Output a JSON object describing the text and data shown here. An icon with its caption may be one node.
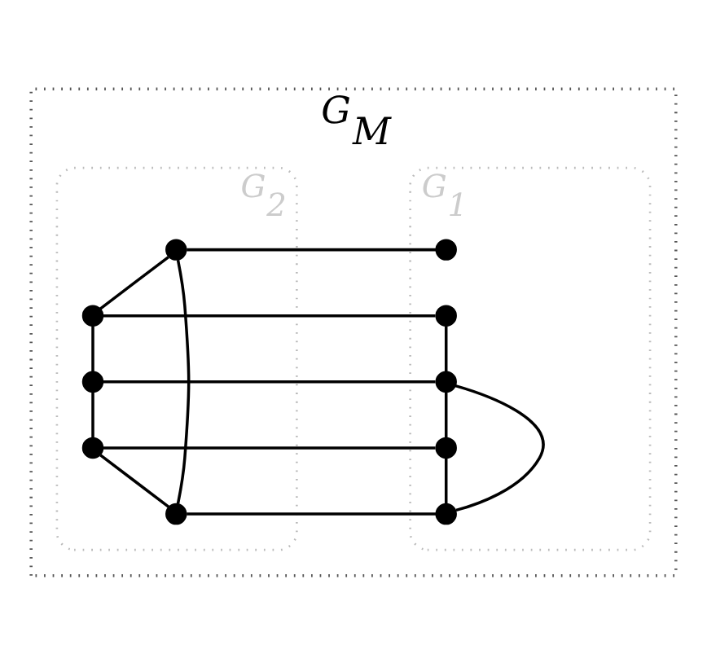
{
  "diagram": {
    "nodes": [
      {
        "text": [
          "G$_{M}$"
        ]
      },
      {
        "text": [
          "G$_{1}$"
        ],
        "in": 0
      },
      {
        "text": [
          "G$_{2}$"
        ],
        "in": 0
      },
      {
        "text": [],
        "shape": "circle",
        "in": 1
      },
      {
        "text": [],
        "shape": "circle",
        "in": 1
      },
      {
        "text": [],
        "shape": "circle",
        "in": 1
      },
      {
        "text": [],
        "shape": "circle",
        "in": 1
      },
      {
        "text": [],
        "shape": "circle",
        "in": 1
      },
      {
        "text": [],
        "shape": "circle",
        "in": 2
      },
      {
        "text": [],
        "shape": "circle",
        "in": 2
      },
      {
        "text": [],
        "shape": "circle",
        "in": 2
      },
      {
        "text": [],
        "shape": "circle",
        "in": 2
      },
      {
        "text": [],
        "shape": "circle",
        "in": 2
      }
    ],
    "edges": [
      {
        "from": 3,
        "to": 8,
        "arrow": "none"
      },
      {
        "from": 4,
        "to": 9,
        "arrow": "none"
      },
      {
        "from": 5,
        "to": 10,
        "arrow": "none"
      },
      {
        "from": 6,
        "to": 11,
        "arrow": "none"
      },
      {
        "from": 7,
        "to": 12,
        "arrow": "none"
      },
      {
        "from": 4,
        "to": 5,
        "arrow": "none"
      },
      {
        "from": 5,
        "to": 6,
        "arrow": "none"
      },
      {
        "from": 6,
        "to": 7,
        "arrow": "none"
      },
      {
        "from": 5,
        "to": 7,
        "arrow": "none"
      },
      {
        "from": 8,
        "to": 9,
        "arrow": "none"
      },
      {
        "from": 9,
        "to": 10,
        "arrow": "none"
      },
      {
        "from": 10,
        "to": 11,
        "arrow": "none"
      },
      {
        "from": 11,
        "to": 12,
        "arrow": "none"
      },
      {
        "from": 8,
        "to": 12,
        "arrow": "none"
      }
    ]
  }
}
